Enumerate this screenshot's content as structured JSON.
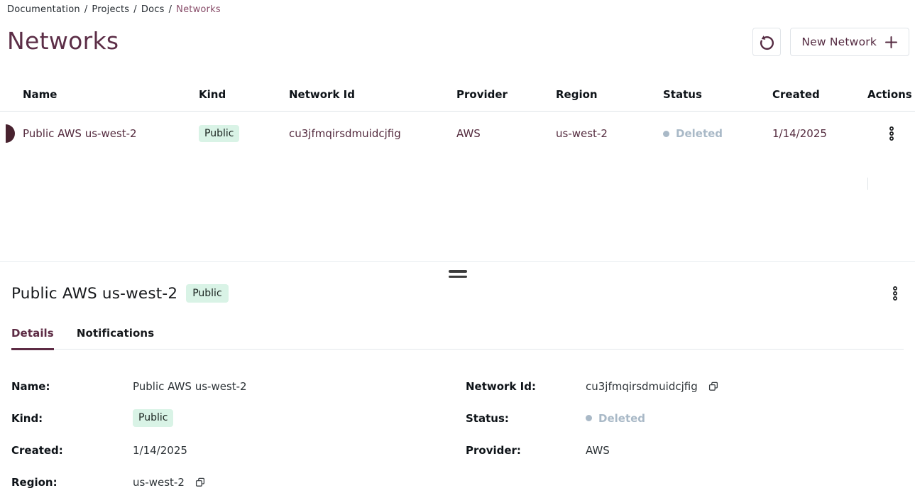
{
  "colors": {
    "accent": "#5d2b44",
    "title_text": "#5c2e47",
    "breadcrumb_current": "#894e69",
    "badge_bg": "#d9f3e6",
    "badge_text": "#1b2420",
    "status_deleted": "#a9b9c7",
    "row_text": "#542b3e",
    "border": "#dee3e7",
    "row_indicator": "#48222f"
  },
  "icons": {
    "refresh": "refresh-icon (counterclockwise arrow)",
    "plus": "plus-icon",
    "kebab": "kebab-menu-icon (3 vertical dots)",
    "copy": "copy-icon (two overlapping squares)",
    "drag_handle": "drag-handle (two horizontal bars)",
    "status_dot": "filled circle"
  },
  "breadcrumb": {
    "separator": "/",
    "items": [
      "Documentation",
      "Projects",
      "Docs"
    ],
    "current": "Networks"
  },
  "header": {
    "title": "Networks",
    "new_network_label": "New Network"
  },
  "table": {
    "columns": [
      "Name",
      "Kind",
      "Network Id",
      "Provider",
      "Region",
      "Status",
      "Created",
      "Actions"
    ],
    "rows": [
      {
        "name": "Public AWS us-west-2",
        "kind": "Public",
        "network_id": "cu3jfmqirsdmuidcjfig",
        "provider": "AWS",
        "region": "us-west-2",
        "status": "Deleted",
        "created": "1/14/2025",
        "selected": true
      }
    ]
  },
  "detail_panel": {
    "title": "Public AWS us-west-2",
    "badge": "Public",
    "tabs": [
      {
        "label": "Details",
        "active": true
      },
      {
        "label": "Notifications",
        "active": false
      }
    ],
    "fields": {
      "name": {
        "label": "Name:",
        "value": "Public AWS us-west-2"
      },
      "network_id": {
        "label": "Network Id:",
        "value": "cu3jfmqirsdmuidcjfig"
      },
      "kind": {
        "label": "Kind:",
        "value": "Public"
      },
      "status": {
        "label": "Status:",
        "value": "Deleted"
      },
      "created": {
        "label": "Created:",
        "value": "1/14/2025"
      },
      "provider": {
        "label": "Provider:",
        "value": "AWS"
      },
      "region": {
        "label": "Region:",
        "value": "us-west-2"
      }
    }
  }
}
